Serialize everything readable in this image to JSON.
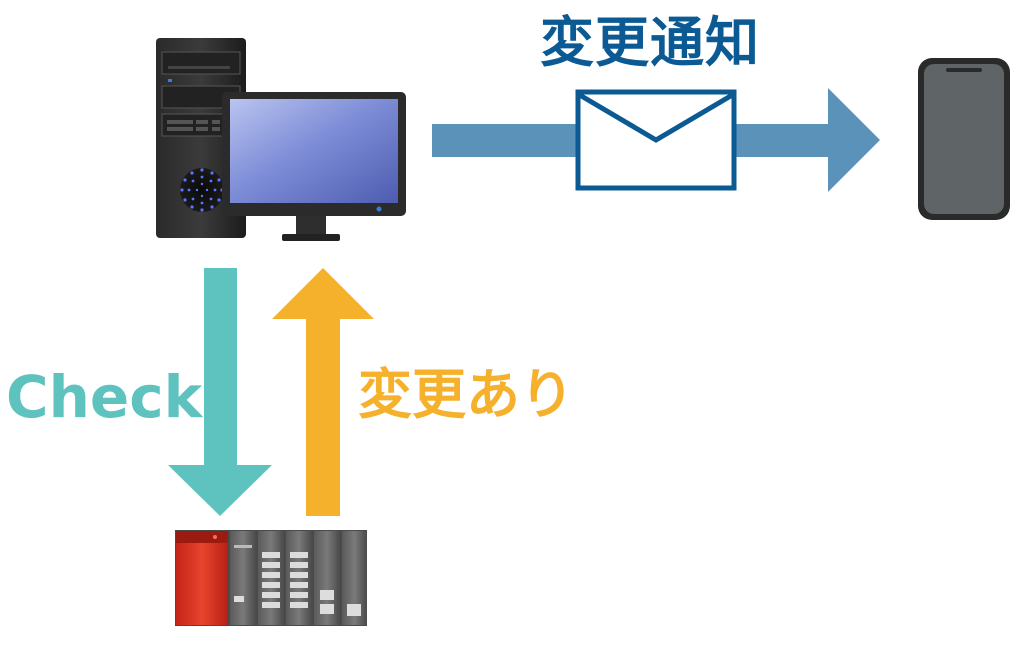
{
  "labels": {
    "notify": "変更通知",
    "check": "Check",
    "changed": "変更あり"
  },
  "colors": {
    "notify_text": "#0b5a93",
    "notify_arrow": "#5b92b9",
    "check": "#5ec2bf",
    "changed": "#f5b12c",
    "plc_red": "#d92f1f"
  },
  "icons": [
    "desktop-pc-icon",
    "monitor-icon",
    "envelope-icon",
    "smartphone-icon",
    "plc-icon"
  ]
}
